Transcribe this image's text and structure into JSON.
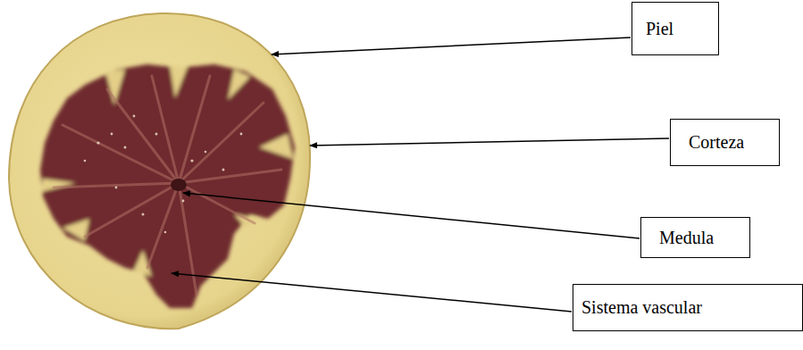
{
  "diagram": {
    "nodes": [
      {
        "text": [
          "Piel"
        ]
      },
      {
        "text": [
          "Corteza"
        ]
      },
      {
        "text": [
          "Medula"
        ]
      },
      {
        "text": [
          "Sistema vascular"
        ]
      }
    ]
  }
}
